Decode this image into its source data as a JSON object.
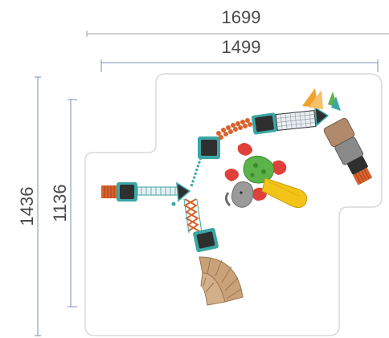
{
  "dimensions": {
    "overall_width": "1699",
    "inner_width": "1499",
    "overall_height": "1436",
    "inner_height": "1136"
  },
  "colors": {
    "outline": "#d9d9d9",
    "dimension_line": "#9aa0a6",
    "dimension_line_inner": "#7b8fb3",
    "deck_dark": "#2f2f2f",
    "deck_teal": "#3aa7a5",
    "slide_yellow": "#f2c418",
    "climber_green": "#5bb34a",
    "rock_red": "#e0403a",
    "rope_orange": "#d9622b",
    "wood_tan": "#c9a27a",
    "net_white": "#e8eef2",
    "elephant_grey": "#9a9a9a",
    "roof_orange": "#f0a22a"
  },
  "icons": {
    "playground_plan": "playground-equipment-plan-icon",
    "elephant": "elephant-icon",
    "slide": "slide-icon",
    "net_bridge": "net-bridge-icon",
    "rope_climber": "rope-climber-icon",
    "wood_steps": "wooden-steps-icon",
    "roof": "roof-icon"
  }
}
